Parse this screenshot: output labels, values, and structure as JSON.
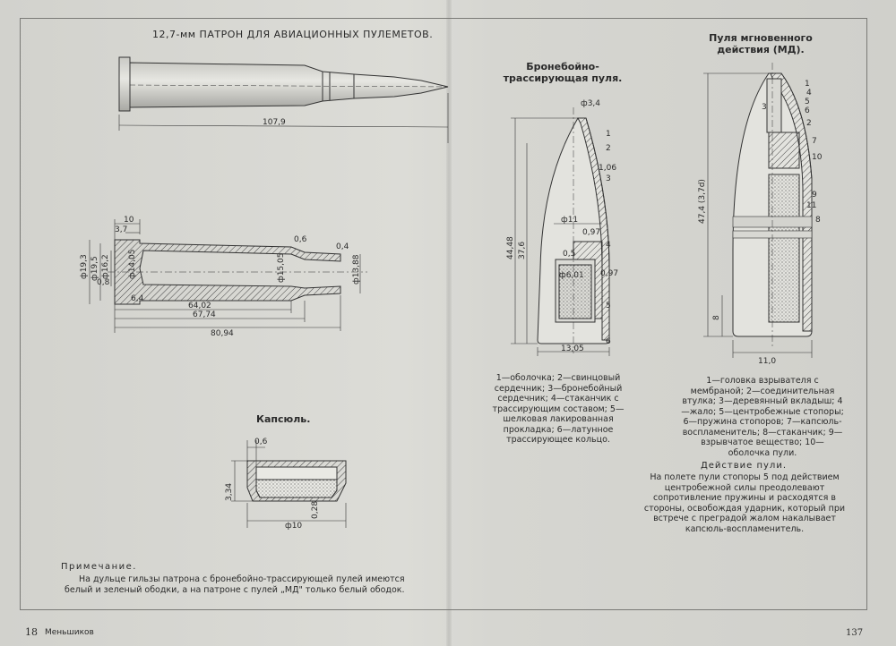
{
  "title": "12,7-мм ПАТРОН ДЛЯ АВИАЦИОННЫХ ПУЛЕМЕТОВ.",
  "cartridge": {
    "length": "107,9"
  },
  "case": {
    "dims": {
      "d193": "ф19,3",
      "d195": "ф19,5",
      "d162": "ф16,2",
      "d1405": "ф14,05",
      "d1505": "ф15,05",
      "d1388": "ф13,88",
      "w10": "10",
      "w37": "3,7",
      "w08": "0,8",
      "w64": "6,4",
      "w06": "0,6",
      "l6402": "64,02",
      "l6774": "67,74",
      "l8094": "80,94"
    }
  },
  "bpt": {
    "heading": "Бронебойно-трассирующая пуля.",
    "dims": {
      "d34": "ф3,4",
      "len1": "44,48",
      "len2": "37,6",
      "d11": "ф11",
      "d097a": "0,97",
      "d05": "0,5",
      "d097b": "0,97",
      "d601": "ф6,01",
      "d106": "1,06",
      "d1305": "13,05"
    },
    "callouts": [
      "1",
      "2",
      "3",
      "4",
      "5",
      "6"
    ],
    "legend": "1—оболочка; 2—свинцовый сердечник; 3—бронебойный сердечник; 4—стаканчик с трассирующим составом; 5—шелковая лакированная прокладка; 6—латунное трассирующее кольцо."
  },
  "md": {
    "heading": "Пуля мгновенного действия (МД).",
    "dims": {
      "len": "47,4 (3,7d)",
      "d8": "8",
      "d110": "11,0"
    },
    "callouts": [
      "1",
      "4",
      "5",
      "6",
      "2",
      "7",
      "10",
      "9",
      "11",
      "8",
      "3"
    ],
    "legend": "1—головка взрывателя с мембраной; 2—соединительная втулка; 3—деревянный вкладыш; 4—жало; 5—центробежные стопоры; 6—пружина стопоров; 7—капсюль-воспламенитель; 8—стаканчик; 9—взрывчатое вещество; 10—оболочка пули.",
    "action_heading": "Действие пули.",
    "action_text": "На полете пули стопоры 5 под действием центробежной силы преодолевают сопротивление пружины и расходятся в стороны, освобождая ударник, который при встрече с преградой жалом накалывает капсюль-воспламенитель."
  },
  "primer": {
    "heading": "Капсюль.",
    "dims": {
      "w06": "0,6",
      "h334": "3,34",
      "d10": "ф10",
      "d028": "0,28"
    }
  },
  "note": {
    "heading": "Примечание.",
    "text": "На дульце гильзы патрона с бронебойно-трассирующей пулей имеются белый и зеленый ободки, а на патроне с пулей „МД\" только белый ободок."
  },
  "footer": {
    "page_left": "18",
    "author": "Меньшиков",
    "page_right": "137"
  }
}
